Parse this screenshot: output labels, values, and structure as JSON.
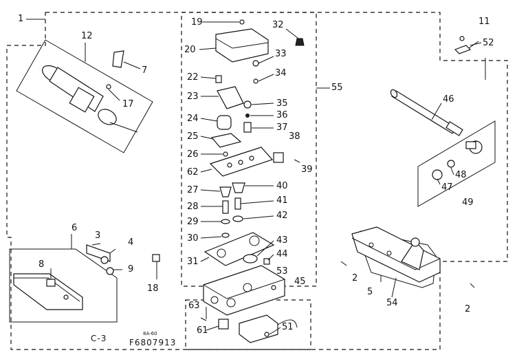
{
  "callouts": [
    "1",
    "2",
    "2",
    "2",
    "3",
    "4",
    "5",
    "6",
    "7",
    "8",
    "9",
    "11",
    "12",
    "17",
    "18",
    "19",
    "20",
    "22",
    "23",
    "24",
    "25",
    "26",
    "27",
    "28",
    "29",
    "30",
    "31",
    "32",
    "33",
    "34",
    "35",
    "36",
    "37",
    "38",
    "39",
    "40",
    "41",
    "42",
    "43",
    "44",
    "45",
    "46",
    "47",
    "48",
    "49",
    "51",
    "52",
    "53",
    "54",
    "55",
    "61",
    "62",
    "63"
  ],
  "caption": {
    "section": "C-3",
    "code_small": "8A-60",
    "drawing_number": "F6807913"
  },
  "line_color": "#111111"
}
